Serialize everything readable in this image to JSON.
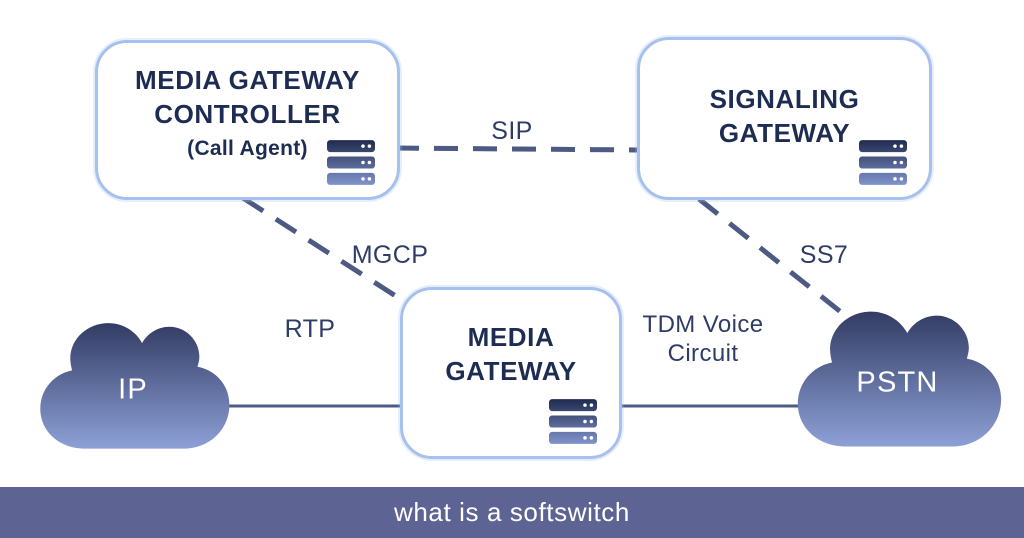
{
  "diagram": {
    "nodes": {
      "mgc": {
        "title_line1": "MEDIA GATEWAY",
        "title_line2": "CONTROLLER",
        "subtitle": "(Call Agent)"
      },
      "signaling_gateway": {
        "title_line1": "SIGNALING",
        "title_line2": "GATEWAY"
      },
      "media_gateway": {
        "title_line1": "MEDIA",
        "title_line2": "GATEWAY"
      },
      "ip_cloud": {
        "label": "IP"
      },
      "pstn_cloud": {
        "label": "PSTN"
      }
    },
    "links": {
      "sip": {
        "label": "SIP"
      },
      "mgcp": {
        "label": "MGCP"
      },
      "ss7": {
        "label": "SS7"
      },
      "rtp": {
        "label": "RTP"
      },
      "tdm": {
        "label_line1": "TDM Voice",
        "label_line2": "Circuit"
      }
    },
    "footer": {
      "caption": "what is a softswitch"
    },
    "colors": {
      "box_border": "#a7c1ee",
      "title_text": "#1d2c52",
      "label_text": "#2e3d66",
      "line": "#4d5a84",
      "footer_bg": "#5d6493",
      "footer_text": "#ffffff",
      "cloud_top": "#323c64",
      "cloud_bottom": "#8da0d6",
      "server_top": "#202b4f",
      "server_bottom": "#8093cc"
    }
  }
}
